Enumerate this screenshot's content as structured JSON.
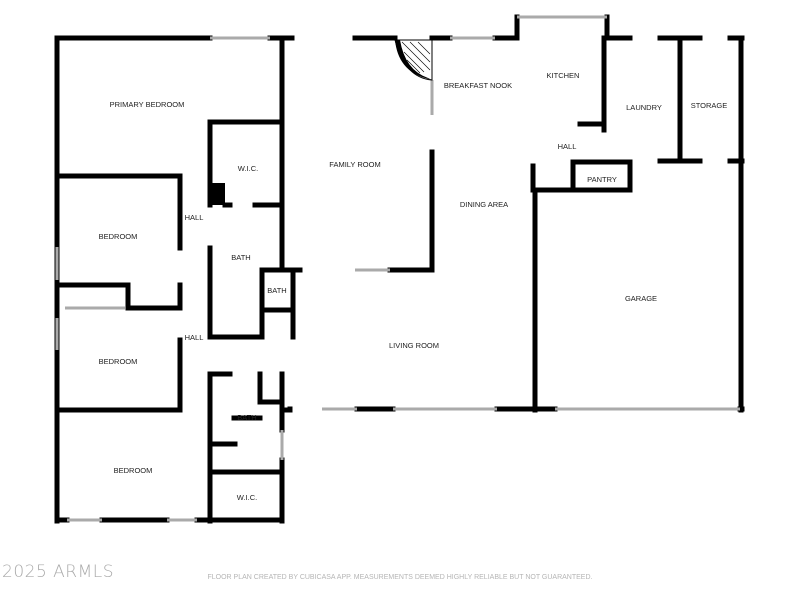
{
  "rooms": {
    "primary_bedroom": "PRIMARY BEDROOM",
    "wic_1": "W.I.C.",
    "hall_1": "HALL",
    "bedroom_1": "BEDROOM",
    "bath_1": "BATH",
    "bath_2": "BATH",
    "hall_2": "HALL",
    "bedroom_2": "BEDROOM",
    "bath_3": "BATH",
    "bedroom_3": "BEDROOM",
    "wic_2": "W.I.C.",
    "family_room": "FAMILY ROOM",
    "living_room": "LIVING ROOM",
    "breakfast_nook": "BREAKFAST NOOK",
    "kitchen": "KITCHEN",
    "hall_3": "HALL",
    "dining_area": "DINING AREA",
    "pantry": "PANTRY",
    "laundry": "LAUNDRY",
    "storage": "STORAGE",
    "garage": "GARAGE"
  },
  "watermark": "2025 ARMLS",
  "disclaimer": "FLOOR PLAN CREATED BY CUBICASA APP. MEASUREMENTS DEEMED HIGHLY RELIABLE BUT NOT GUARANTEED.",
  "colors": {
    "wall": "#000000",
    "window": "#bbbbbb",
    "text": "#222222"
  }
}
